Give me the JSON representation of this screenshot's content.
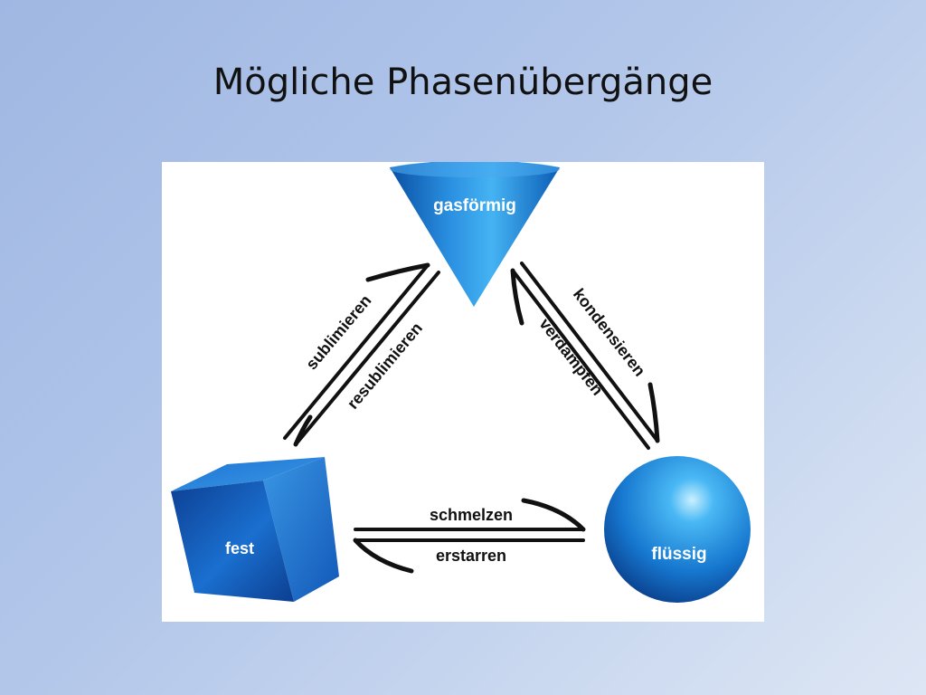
{
  "slide": {
    "title": "Mögliche Phasenübergänge"
  },
  "states": {
    "gas": "gasförmig",
    "solid": "fest",
    "liquid": "flüssig"
  },
  "transitions": {
    "sublimation": "sublimieren",
    "resublimation": "resublimieren",
    "condensation": "kondensieren",
    "evaporation": "verdampfen",
    "melting": "schmelzen",
    "freezing": "erstarren"
  },
  "colors": {
    "shape_light": "#5cc0f5",
    "shape_mid": "#1a78cf",
    "shape_dark": "#0c3f8f",
    "arrow": "#111111"
  }
}
